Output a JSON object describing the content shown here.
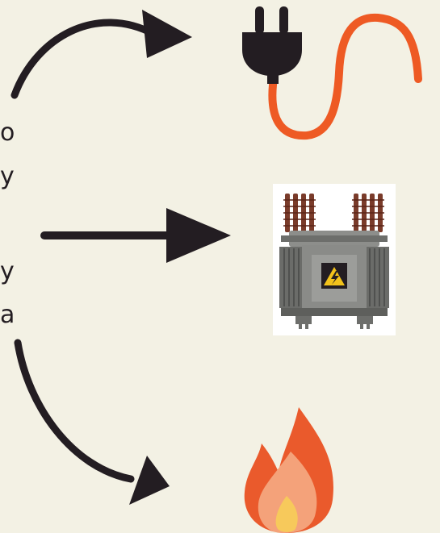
{
  "side_text": {
    "line1": "o",
    "line2": "y",
    "line3": "y",
    "line4": "a"
  },
  "icons": {
    "top": "electric-plug-icon",
    "middle": "power-transformer-icon",
    "bottom": "fire-flame-icon"
  },
  "colors": {
    "background": "#f3f1e4",
    "arrow": "#231d22",
    "plug": "#231d22",
    "cable": "#ee5a24",
    "transformer_body": "#7b7c7a",
    "insulators": "#7a3b2a",
    "warning_sign": "#f2c21b",
    "flame_outer": "#ea5a2c",
    "flame_mid": "#f4a27a",
    "flame_inner": "#f7c95b"
  }
}
